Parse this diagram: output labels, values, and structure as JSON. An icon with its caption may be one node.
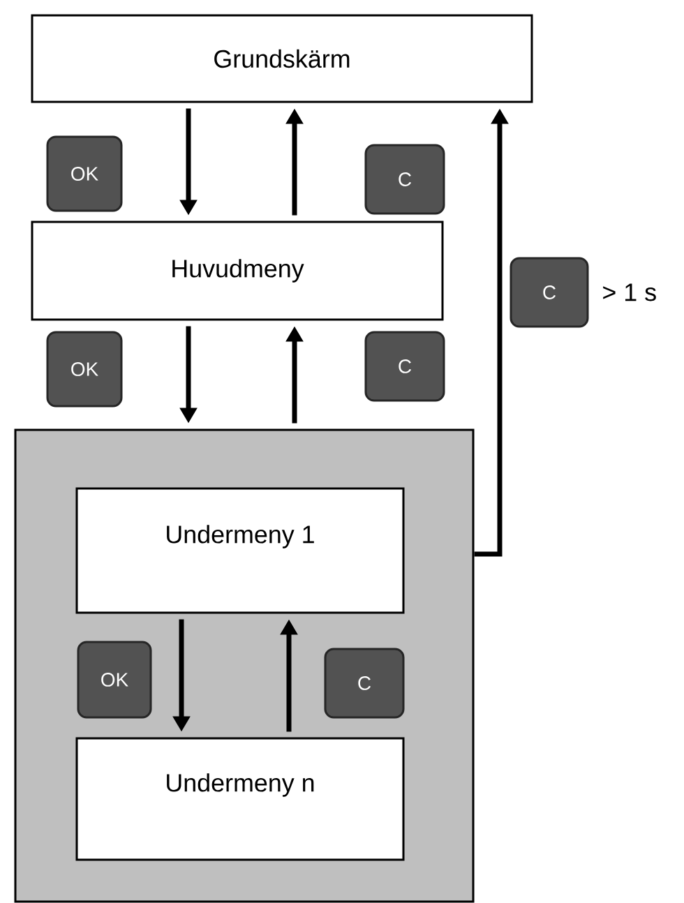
{
  "diagram": {
    "nodes": [
      {
        "text": [
          "Grundskärm"
        ]
      },
      {
        "text": [
          "OK"
        ]
      },
      {
        "text": [
          "C"
        ]
      },
      {
        "text": [
          "Huvudmeny"
        ]
      },
      {
        "text": [
          "C"
        ],
        "beside": [
          "> 1 s"
        ]
      },
      {
        "text": [
          "OK"
        ]
      },
      {
        "text": [
          "C"
        ]
      },
      {
        "text": [],
        "shape": "box"
      },
      {
        "text": [
          "Undermeny 1"
        ],
        "in": 7
      },
      {
        "text": [
          "OK"
        ],
        "in": 7
      },
      {
        "text": [
          "C"
        ],
        "in": 7
      },
      {
        "text": [
          "Undermeny n"
        ],
        "in": 7
      }
    ],
    "edges": [
      {
        "from": 0,
        "to": 3,
        "arrow": "to"
      },
      {
        "from": 3,
        "to": 0,
        "arrow": "to"
      },
      {
        "from": 3,
        "to": 7,
        "arrow": "to"
      },
      {
        "from": 7,
        "to": 3,
        "arrow": "to"
      },
      {
        "from": 8,
        "to": 11,
        "arrow": "to"
      },
      {
        "from": 11,
        "to": 8,
        "arrow": "to"
      },
      {
        "from": 7,
        "to": 0,
        "arrow": "to"
      }
    ]
  }
}
